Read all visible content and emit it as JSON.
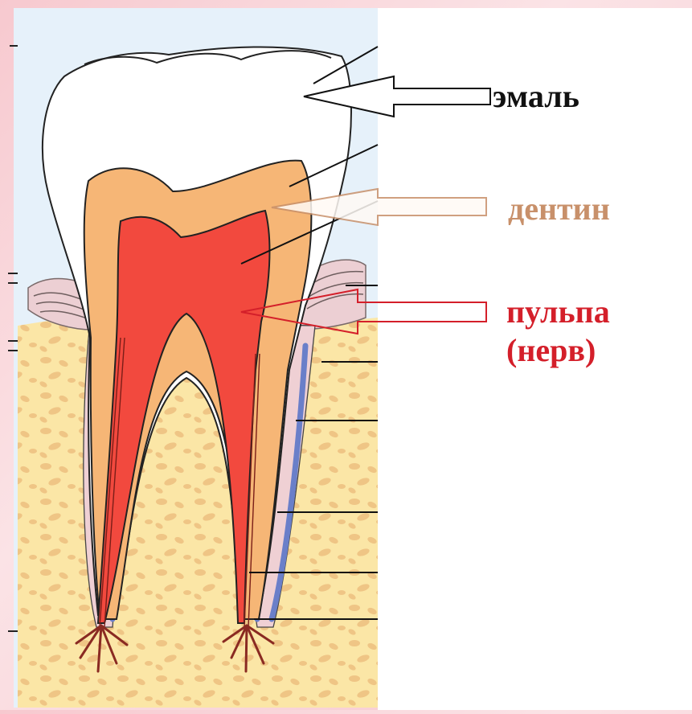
{
  "labels": {
    "enamel": "эмаль",
    "dentin": "дентин",
    "pulp_line1": "пульпа",
    "pulp_line2": "(нерв)"
  },
  "colors": {
    "enamel_text": "#111111",
    "dentin_text": "#c8906a",
    "pulp_text": "#d41f2a",
    "enamel_fill": "#ffffff",
    "dentin_fill": "#f6b676",
    "pulp_fill": "#f2493e",
    "bone_fill": "#fbe6a6",
    "bone_spot": "#efc585",
    "membrane_fill": "#efd0d4",
    "vessel_blue": "#6a7fc9",
    "panel_bg": "#e6f1fa"
  }
}
